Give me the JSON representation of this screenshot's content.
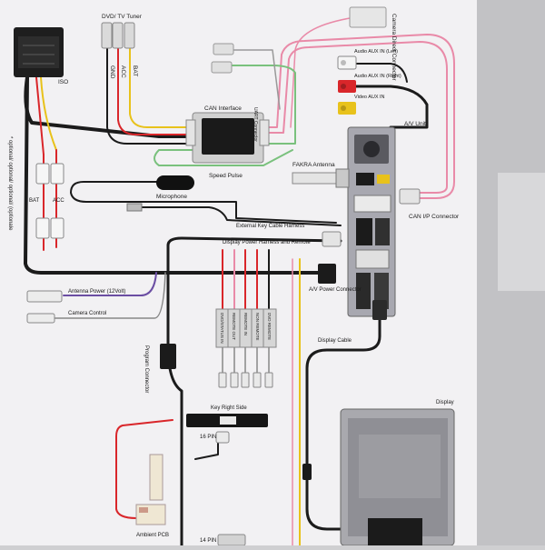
{
  "labels": {
    "iso": "ISO",
    "dvd_tv_tuner": "DVD/ TV Tuner",
    "gnd": "GND",
    "acc": "ACC",
    "bat": "BAT",
    "can_interface": "CAN Interface",
    "uart_connector": "UART Connector",
    "speed_pulse": "Speed Pulse",
    "camera_direct_connector": "Camera Direct Connector",
    "audio_aux_left": "Audio AUX IN (Left)",
    "audio_aux_right": "Audio AUX IN (Right)",
    "video_aux_in": "Video AUX IN",
    "av_unit": "A/V Unit",
    "fakra_antenna": "FAKRA Antenna",
    "can_ip_connector": "CAN I/P Connector",
    "microphone": "Microphone",
    "external_key_cable_harness": "External Key Cable Harness",
    "display_power_harness": "Display Power Harness and Remote",
    "optional_note": "* optional/ optional/ optional/ (optionale",
    "bat_small": "BAT",
    "acc_small": "ACC",
    "antenna_power": "Antenna Power (12Volt)",
    "camera_control": "Camera Control",
    "av_power_connector": "A/V Power Connector",
    "display_cable": "Display Cable",
    "remote_tags": [
      "DVD/STATUS IN",
      "REMOTE OUT",
      "REMOTE IN",
      "NON REMOTE",
      "DVD REMOTE"
    ],
    "program_connector": "Program Connector",
    "key_right_side": "Key Right Side",
    "pin16": "16 PIN",
    "pin14": "14 PIN",
    "ambient_pcb": "Ambient PCB",
    "display": "Display"
  },
  "colors": {
    "page": "#f2f1f3",
    "wire_black": "#1b1b1b",
    "wire_red": "#d9262a",
    "wire_yellow": "#e8c21b",
    "wire_pink": "#e98aa8",
    "wire_green": "#7ac17d",
    "wire_purple": "#6b4ea3",
    "wire_gray": "#888888"
  }
}
